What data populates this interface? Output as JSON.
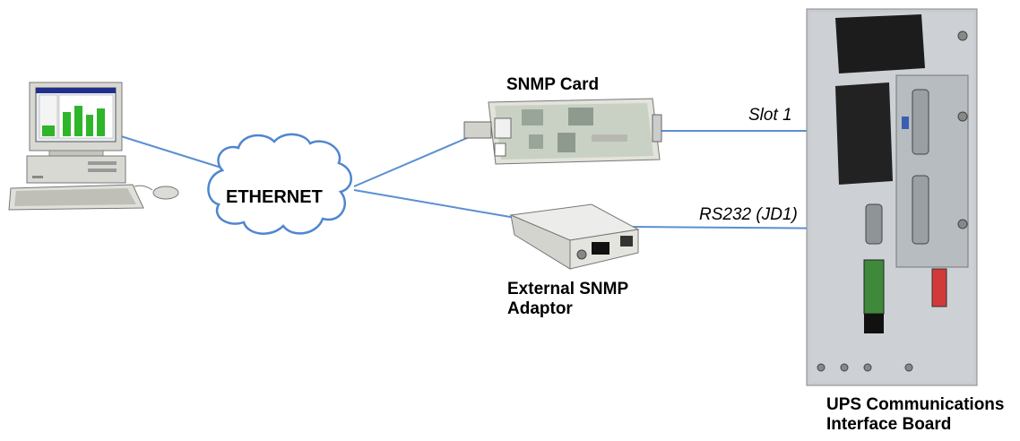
{
  "labels": {
    "snmp_card": "SNMP Card",
    "ethernet": "ETHERNET",
    "slot": "Slot 1",
    "rs232": "RS232 (JD1)",
    "external_adaptor_line1": "External SNMP",
    "external_adaptor_line2": "Adaptor",
    "ups_line1": "UPS Communications",
    "ups_line2": "Interface Board"
  },
  "colors": {
    "link_line": "#5b8fd0",
    "cloud_outline": "#4f86cf",
    "panel_metal": "#c8ccd0",
    "pcb_green": "#7d9c7a"
  },
  "icons": {
    "computer": "desktop-computer-icon",
    "cloud": "network-cloud-icon",
    "card": "snmp-card-icon",
    "adaptor": "snmp-adaptor-icon",
    "board": "ups-interface-board-icon"
  }
}
